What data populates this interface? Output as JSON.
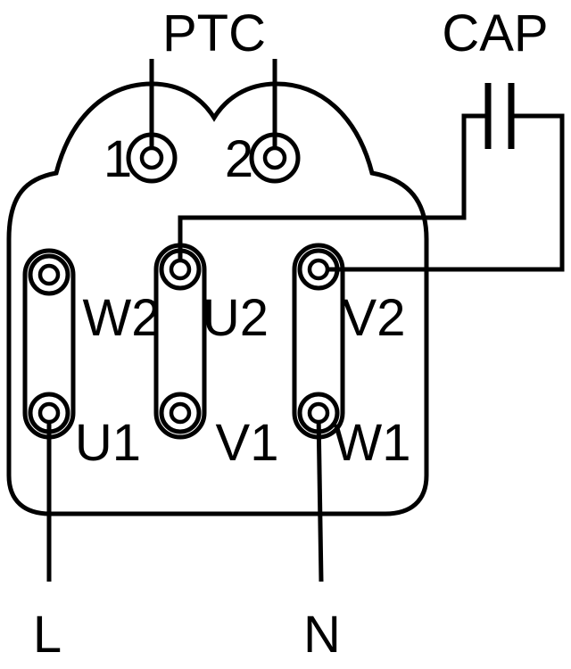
{
  "page": {
    "background": "#ffffff",
    "line_color": "#000000"
  },
  "labels": {
    "ptc": "PTC",
    "cap": "CAP",
    "ptc_terminal_1": "1",
    "ptc_terminal_2": "2",
    "top_row": [
      "W2",
      "U2",
      "V2"
    ],
    "bottom_row": [
      "U1",
      "V1",
      "W1"
    ],
    "line": "L",
    "neutral": "N"
  },
  "connections": [
    "PTC leads connect to terminals 1 and 2",
    "U2 connects to capacitor (CAP) left plate",
    "Capacitor right plate connects to V2",
    "Link bars join W2-U1, U2-V1, V2-W1",
    "L (line) connects to U1",
    "N (neutral) connects to W1"
  ]
}
